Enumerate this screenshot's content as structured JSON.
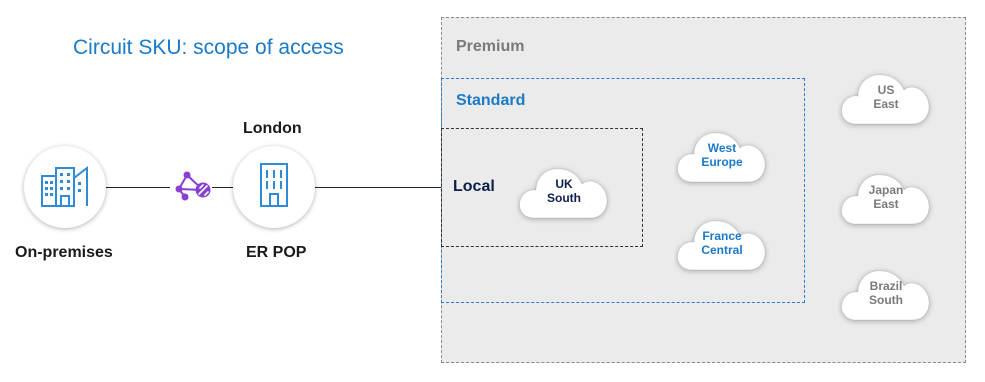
{
  "title": "Circuit SKU: scope of access",
  "tiers": {
    "premium": "Premium",
    "standard": "Standard",
    "local": "Local"
  },
  "nodes": {
    "on_premises": "On-premises",
    "er_pop": "ER POP",
    "location": "London"
  },
  "regions": {
    "uk_south": [
      "UK",
      "South"
    ],
    "west_europe": [
      "West",
      "Europe"
    ],
    "france_central": [
      "France",
      "Central"
    ],
    "us_east": [
      "US",
      "East"
    ],
    "japan_east": [
      "Japan",
      "East"
    ],
    "brazil_south": [
      "Brazil",
      "South"
    ]
  },
  "colors": {
    "accent_blue": "#1b7ac7",
    "icon_blue": "#2e8bd8",
    "premium_gray": "#8a8a8a",
    "connector_purple": "#8a3fd1",
    "dark_text": "#1a1a1a",
    "navy_text": "#0d1f4a"
  },
  "icons": [
    "office-buildings-icon",
    "building-icon",
    "peering-connector-icon",
    "cloud-icon"
  ]
}
